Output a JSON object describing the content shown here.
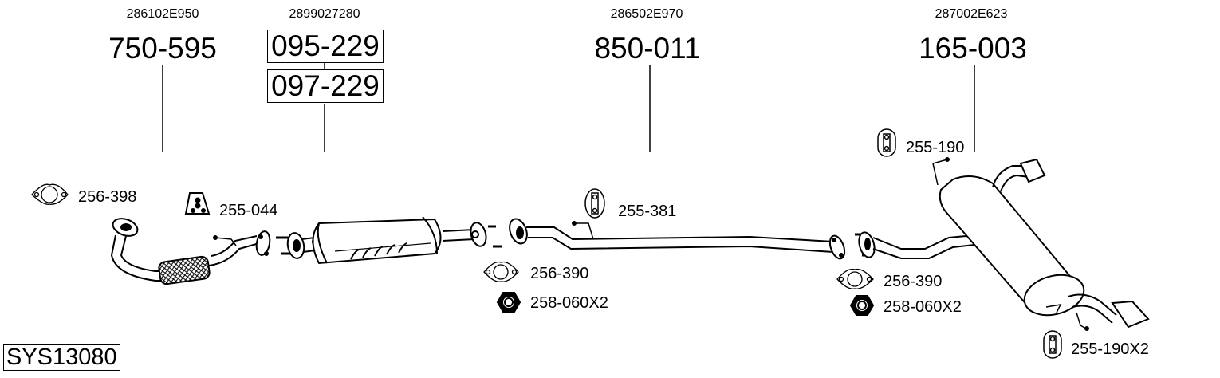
{
  "system": {
    "code": "SYS13080"
  },
  "main_parts": [
    {
      "oem": "286102E950",
      "part": "750-595",
      "name": "front-pipe"
    },
    {
      "oem": "2899027280",
      "part": "095-229",
      "alt_part": "097-229",
      "name": "catalytic-converter"
    },
    {
      "oem": "286502E970",
      "part": "850-011",
      "name": "center-pipe"
    },
    {
      "oem": "287002E623",
      "part": "165-003",
      "name": "rear-silencer"
    }
  ],
  "accessories": [
    {
      "part": "256-398",
      "icon": "gasket-icon"
    },
    {
      "part": "255-044",
      "icon": "rubber-mount-triangle-icon"
    },
    {
      "part": "256-390",
      "icon": "gasket-icon"
    },
    {
      "part": "258-060X2",
      "icon": "nut-icon"
    },
    {
      "part": "255-381",
      "icon": "rubber-hanger-icon"
    },
    {
      "part": "256-390",
      "icon": "gasket-icon"
    },
    {
      "part": "258-060X2",
      "icon": "nut-icon"
    },
    {
      "part": "255-190",
      "icon": "rubber-hanger-icon"
    },
    {
      "part": "255-190X2",
      "icon": "rubber-hanger-icon"
    }
  ]
}
